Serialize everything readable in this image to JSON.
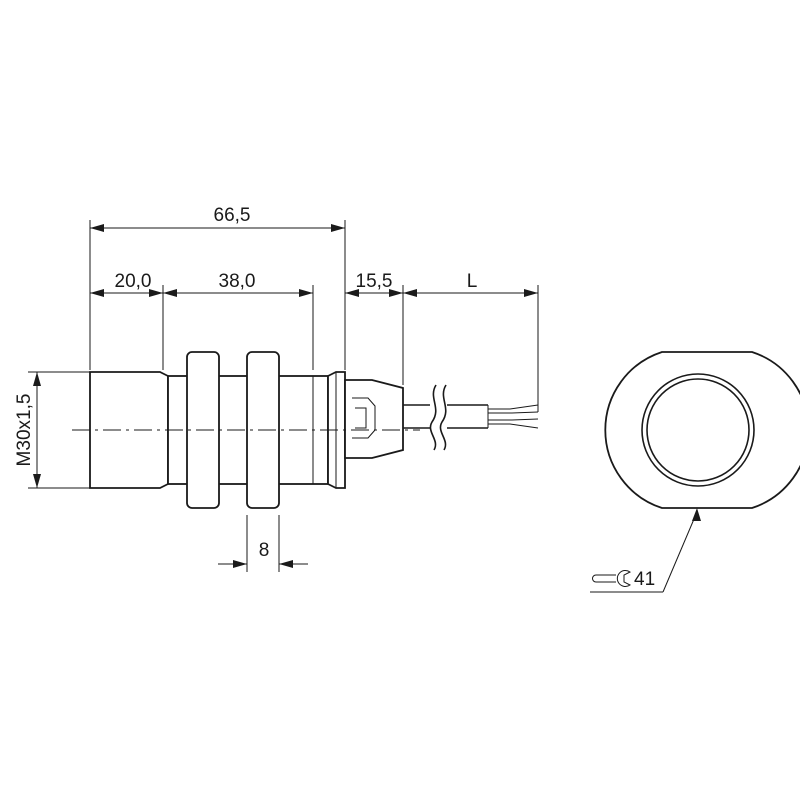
{
  "dimensions": {
    "overall_length": "66,5",
    "sensing_face_length": "20,0",
    "thread_length": "38,0",
    "connector_length": "15,5",
    "cable_length": "L",
    "nut_width": "8",
    "thread_size": "M30x1,5",
    "wrench_size": "41"
  },
  "colors": {
    "stroke": "#1a1a1a",
    "background": "#ffffff"
  },
  "icons": {
    "wrench": "wrench-icon"
  }
}
